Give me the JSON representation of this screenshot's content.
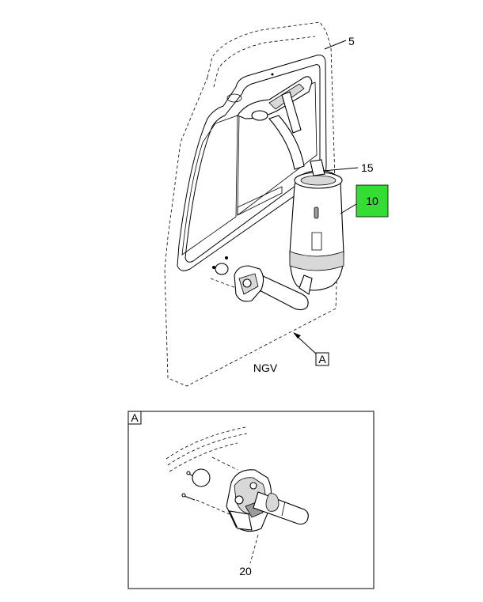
{
  "callouts": {
    "c5": "5",
    "c15": "15",
    "c10": "10",
    "c20": "20",
    "view_ref": "A",
    "view_box": "A",
    "ngv": "NGV"
  },
  "colors": {
    "highlight": "#33dd33",
    "line": "#000000",
    "background": "#ffffff"
  }
}
